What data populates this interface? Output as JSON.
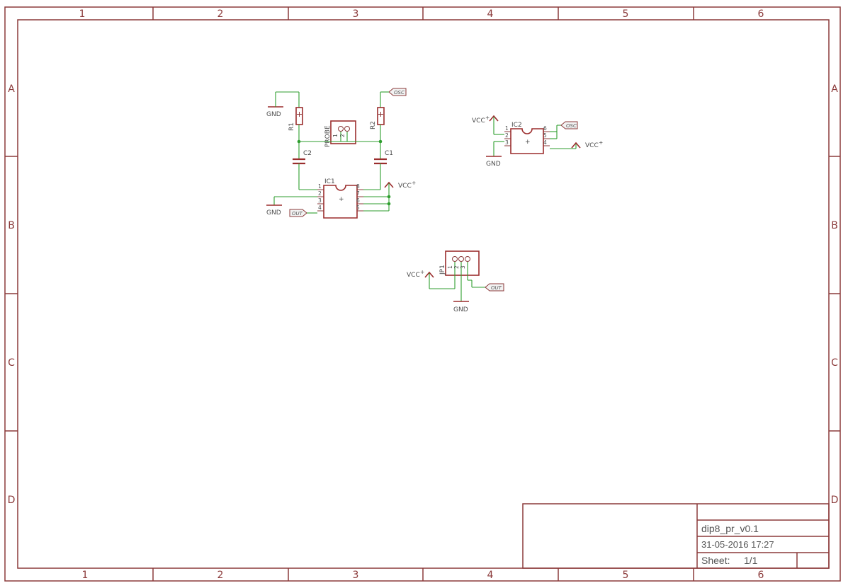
{
  "frame": {
    "columns": [
      "1",
      "2",
      "3",
      "4",
      "5",
      "6"
    ],
    "rows": [
      "A",
      "B",
      "C",
      "D"
    ]
  },
  "title_block": {
    "name": "dip8_pr_v0.1",
    "date": "31-05-2016 17:27",
    "sheet_label": "Sheet:",
    "sheet_value": "1/1"
  },
  "labels": {
    "gnd": "GND",
    "vcc": "VCC",
    "vcc_plus": "+",
    "r1": "R1",
    "r2": "R2",
    "c1": "C1",
    "c2": "C2",
    "ic1": "IC1",
    "ic2": "IC2",
    "jp1": "JP1",
    "probe": "PROBE",
    "osc_net": "OSC",
    "out_net": "OUT",
    "plus": "+"
  },
  "pins": {
    "p1": "1",
    "p2": "2",
    "p3": "3",
    "p4": "4",
    "p5": "5",
    "p6": "6",
    "p7": "7",
    "p8": "8"
  },
  "colors": {
    "frame": "#8b3a3a",
    "symbol": "#9b2d2d",
    "wire": "#2f9e2f"
  }
}
